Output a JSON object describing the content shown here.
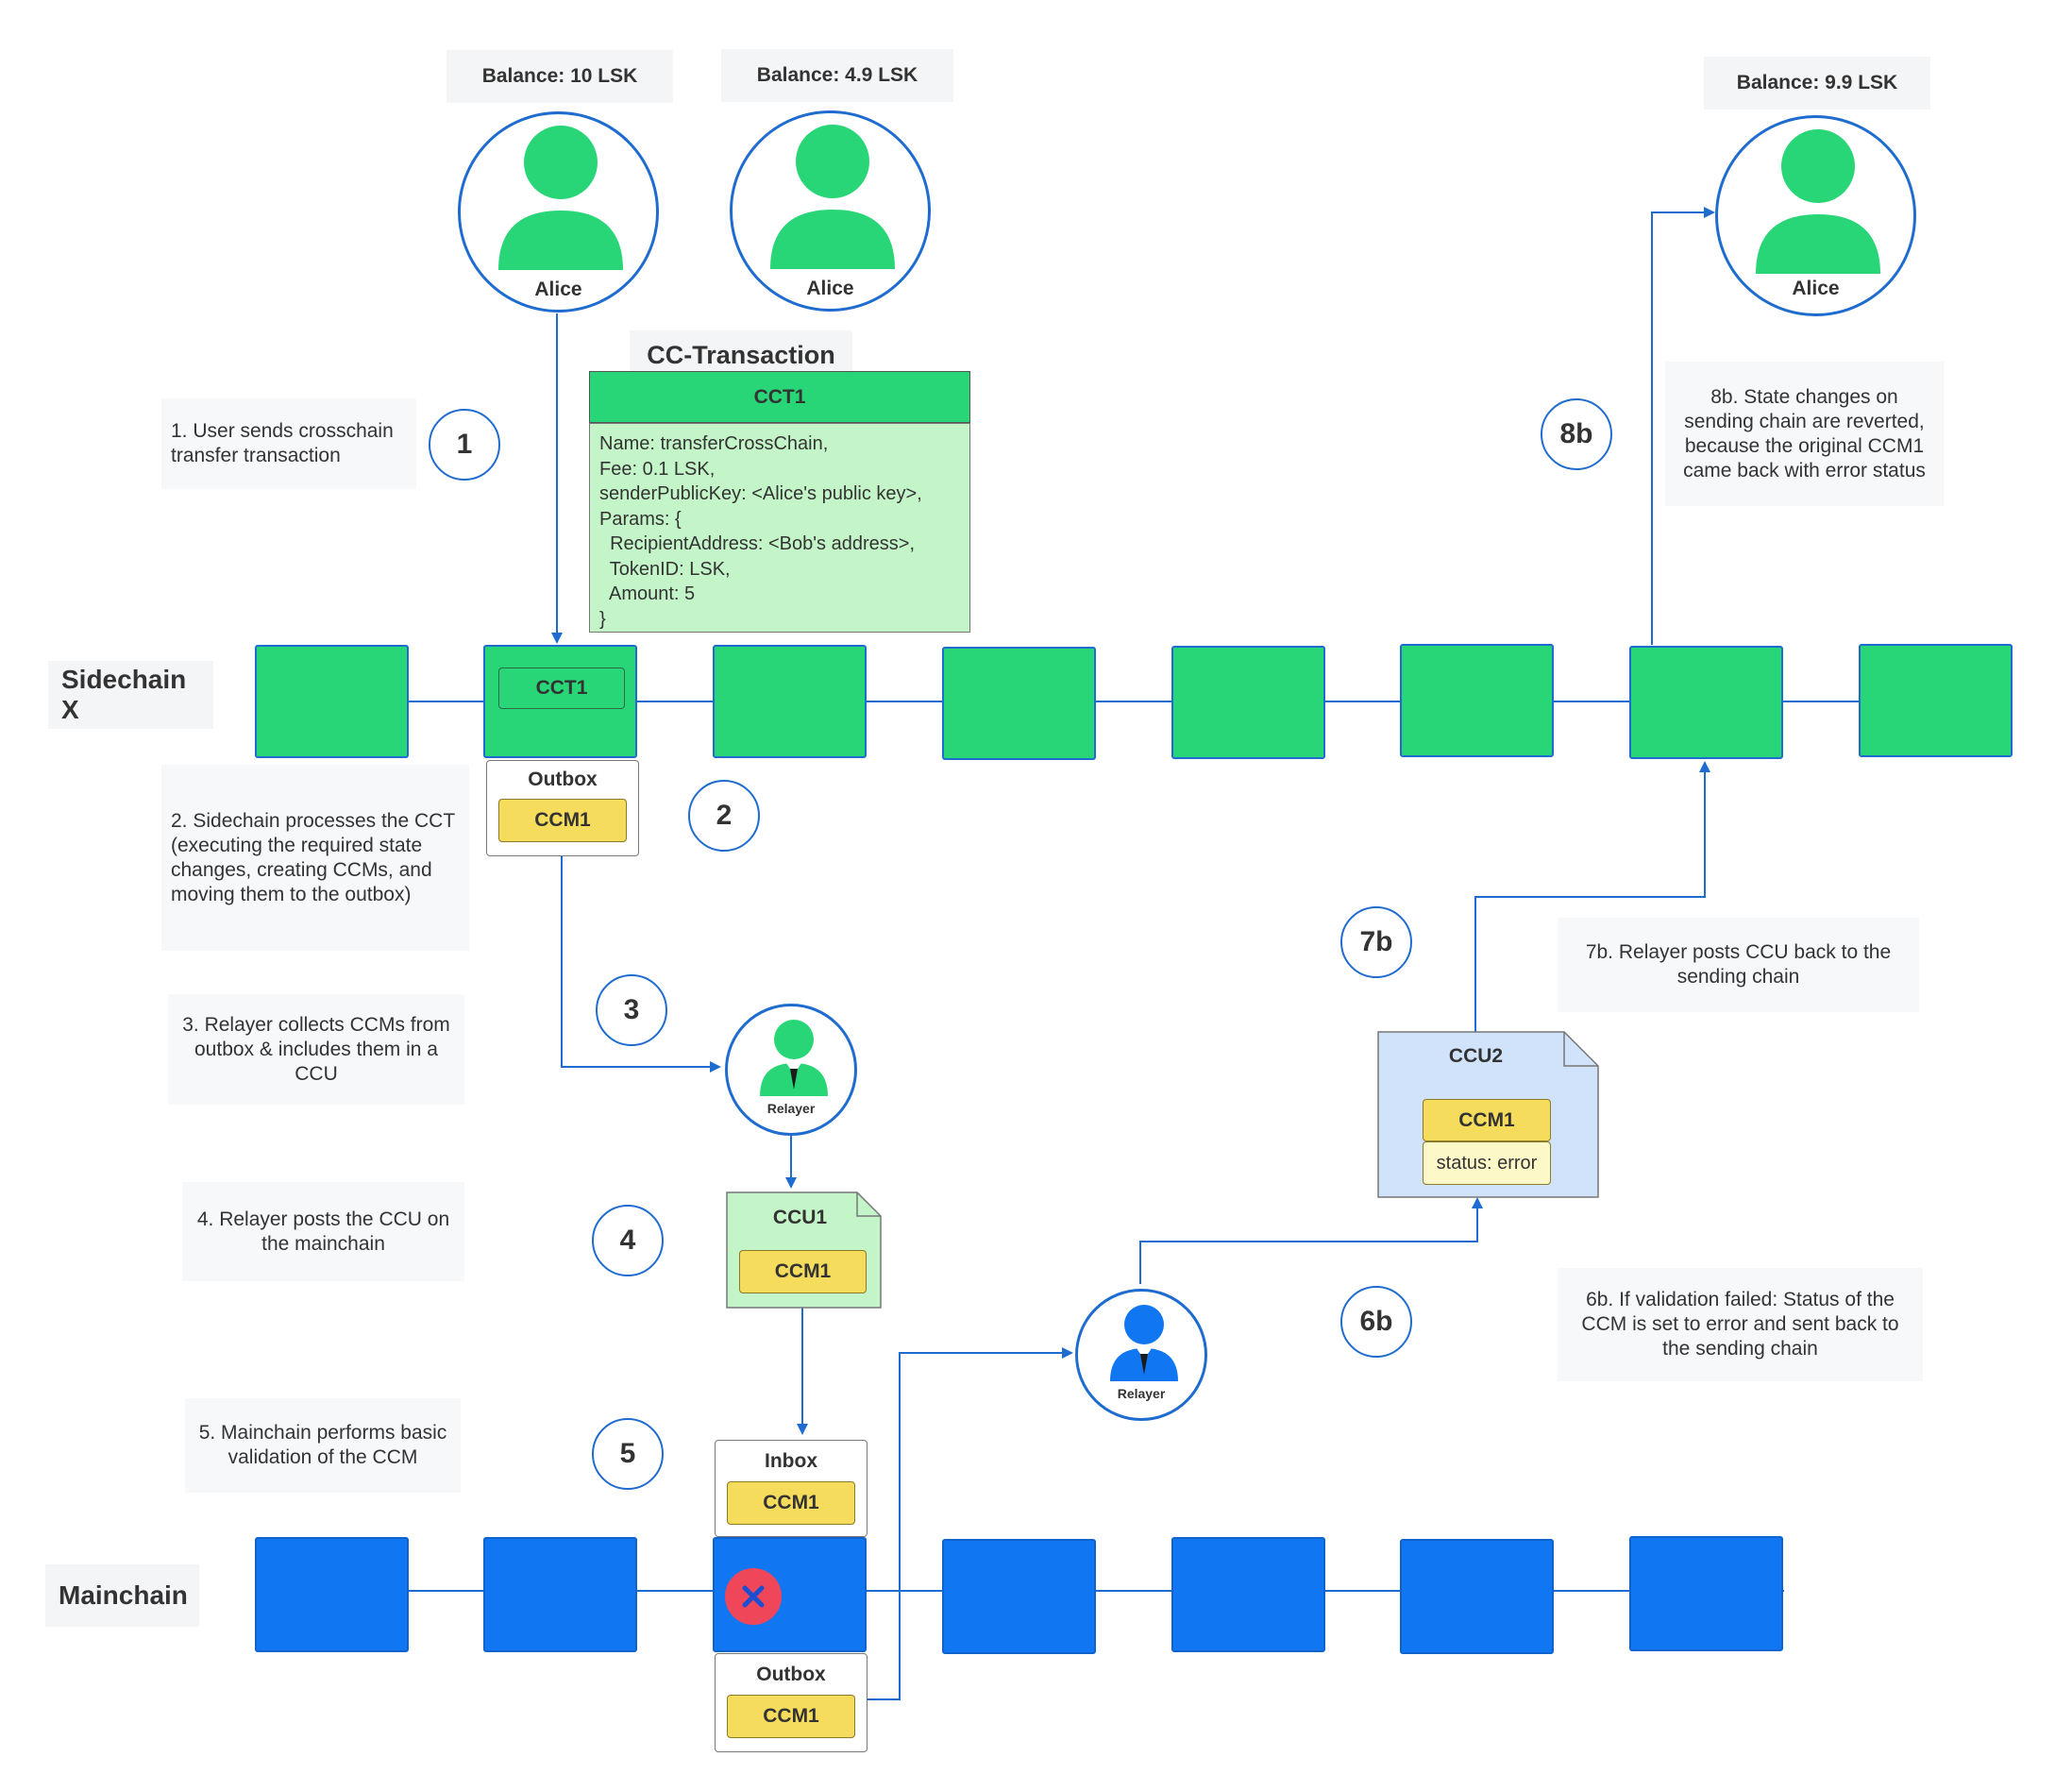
{
  "colors": {
    "sidechain_block": "#29d677",
    "mainchain_block": "#1176f2",
    "arrow": "#1f6cd1",
    "ccm": "#f6dc5c",
    "error": "#f0465a"
  },
  "chains": {
    "sidechain": "Sidechain X",
    "mainchain": "Mainchain"
  },
  "balances": {
    "b1": "Balance: 10 LSK",
    "b2": "Balance: 4.9 LSK",
    "b3": "Balance: 9.9 LSK"
  },
  "users": {
    "u1": "Alice",
    "u2": "Alice",
    "u3": "Alice"
  },
  "relayers": {
    "r1": "Relayer",
    "r2": "Relayer"
  },
  "transaction": {
    "section_title": "CC-Transaction",
    "header": "CCT1",
    "body": "Name: transferCrossChain,\nFee: 0.1 LSK,\nsenderPublicKey: <Alice's public key>,\nParams: {\n  RecipientAddress: <Bob's address>,\n  TokenID: LSK,\n  Amount: 5\n}"
  },
  "block_labels": {
    "cct_in_block": "CCT1"
  },
  "side_outbox": {
    "title": "Outbox",
    "ccm": "CCM1"
  },
  "ccu1": {
    "title": "CCU1",
    "ccm": "CCM1"
  },
  "inbox": {
    "title": "Inbox",
    "ccm": "CCM1"
  },
  "main_outbox": {
    "title": "Outbox",
    "ccm": "CCM1"
  },
  "ccu2": {
    "title": "CCU2",
    "ccm": "CCM1",
    "status": "status: error"
  },
  "steps": {
    "s1": "1",
    "s2": "2",
    "s3": "3",
    "s4": "4",
    "s5": "5",
    "s6b": "6b",
    "s7b": "7b",
    "s8b": "8b"
  },
  "notes": {
    "n1": "1. User sends crosschain transfer transaction",
    "n2": "2. Sidechain processes the CCT (executing the required state changes, creating CCMs, and moving them to the outbox)",
    "n3": "3. Relayer collects CCMs from outbox & includes them in a CCU",
    "n4": "4. Relayer posts the CCU on the mainchain",
    "n5": "5. Mainchain performs basic validation of the CCM",
    "n6b": "6b. If validation failed: Status of the CCM is set to error and sent back to the sending chain",
    "n7b": "7b. Relayer posts CCU back to the sending chain",
    "n8b": "8b. State changes on sending chain are reverted, because the original CCM1 came back with error status"
  }
}
